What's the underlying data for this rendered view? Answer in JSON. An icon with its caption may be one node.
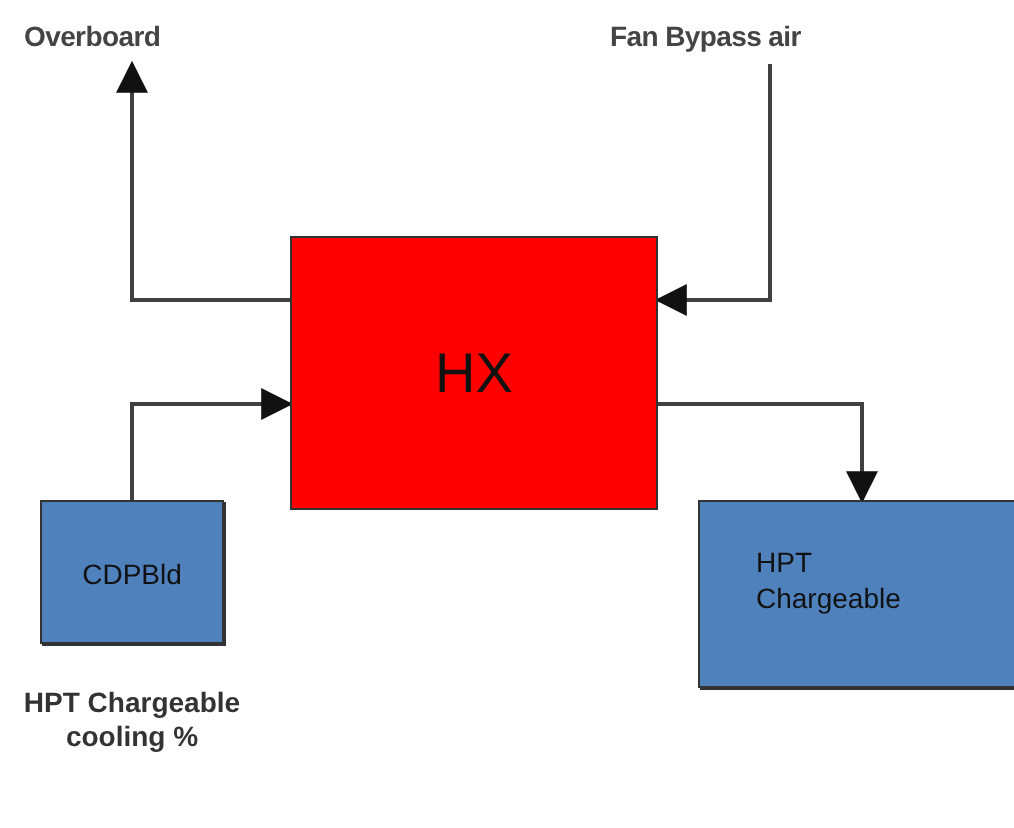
{
  "diagram": {
    "nodes": [
      {
        "text": [
          "Overboard"
        ]
      },
      {
        "text": [
          "Fan Bypass air"
        ]
      },
      {
        "text": [
          "HX"
        ]
      },
      {
        "text": [
          "CDPBld"
        ],
        "beside": [
          "HPT Chargeable cooling %"
        ]
      },
      {
        "text": [
          "HPT Chargeable"
        ]
      }
    ],
    "edges": [
      {
        "from": 2,
        "to": 0,
        "arrow": "to"
      },
      {
        "from": 1,
        "to": 2,
        "arrow": "to"
      },
      {
        "from": 3,
        "to": 2,
        "arrow": "to"
      },
      {
        "from": 2,
        "to": 4,
        "arrow": "to"
      }
    ]
  }
}
